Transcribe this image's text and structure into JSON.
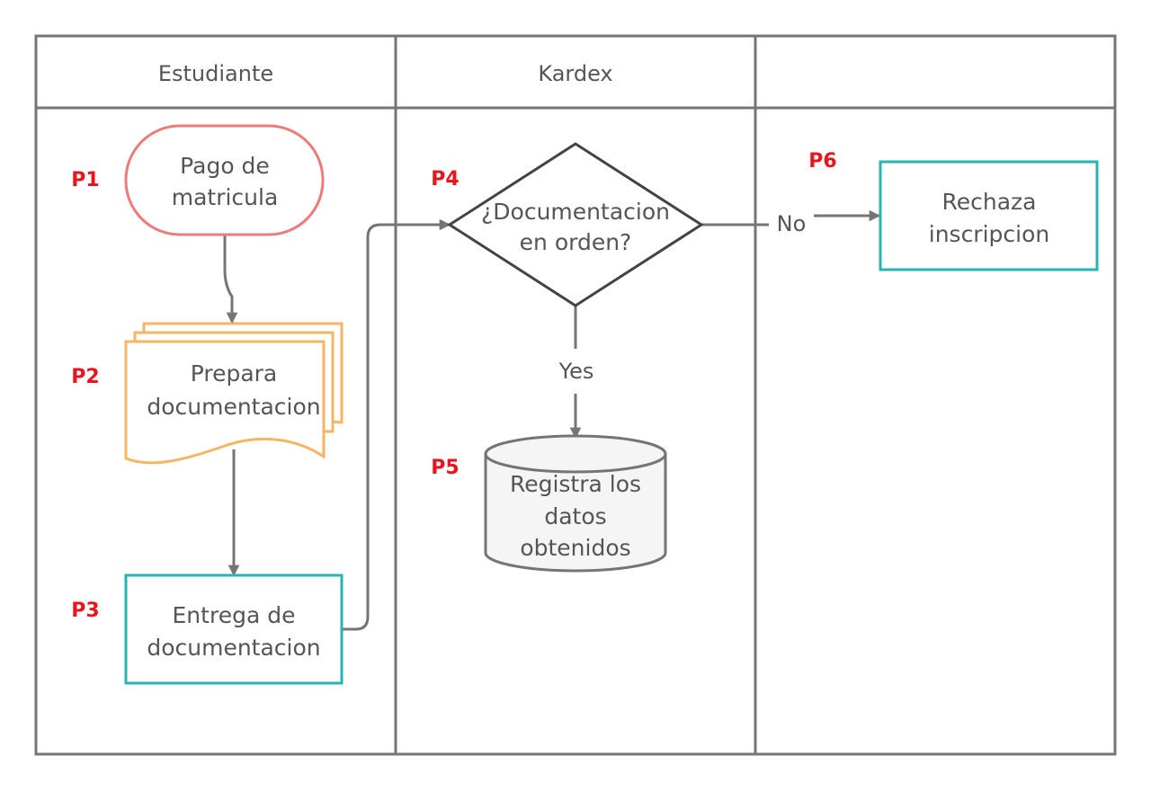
{
  "lanes": [
    {
      "title": "Estudiante"
    },
    {
      "title": "Kardex"
    },
    {
      "title": ""
    }
  ],
  "steps": {
    "p1": "P1",
    "p2": "P2",
    "p3": "P3",
    "p4": "P4",
    "p5": "P5",
    "p6": "P6"
  },
  "nodes": {
    "pago": {
      "line1": "Pago de",
      "line2": "matricula"
    },
    "prepara": {
      "line1": "Prepara",
      "line2": "documentacion"
    },
    "entrega": {
      "line1": "Entrega de",
      "line2": "documentacion"
    },
    "decision": {
      "line1": "¿Documentacion",
      "line2": "en orden?"
    },
    "registra": {
      "line1": "Registra los",
      "line2": "datos",
      "line3": "obtenidos"
    },
    "rechaza": {
      "line1": "Rechaza",
      "line2": "inscripcion"
    }
  },
  "edges": {
    "yes": "Yes",
    "no": "No"
  },
  "colors": {
    "border": "#757575",
    "terminal": "#ee7b7b",
    "document": "#f6b565",
    "process": "#2ab3b3",
    "decision": "#444444",
    "database_fill": "#f5f5f5",
    "step_text": "#e8141e"
  }
}
